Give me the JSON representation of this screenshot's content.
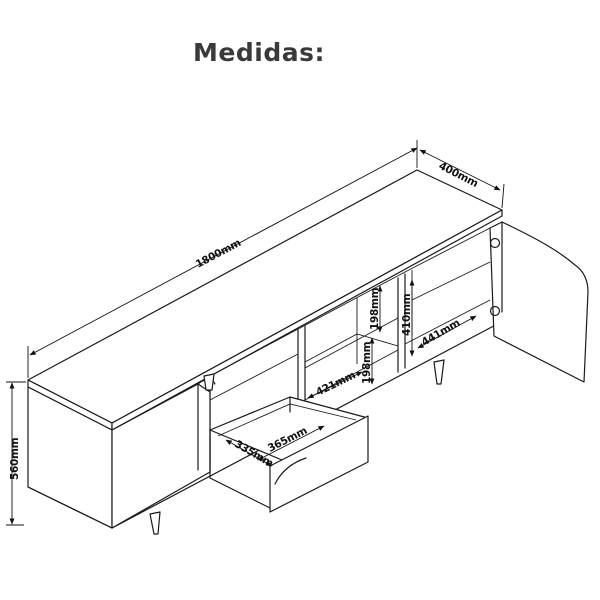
{
  "title": "Medidas:",
  "dimensions": {
    "width": "1800mm",
    "depth": "400mm",
    "height": "560mm",
    "niche_depth": "421mm",
    "shelf_upper": "198mm",
    "shelf_lower": "198mm",
    "door_inner_height": "410mm",
    "door_inner_depth": "441mm",
    "drawer_depth": "335mm",
    "drawer_width": "365mm"
  }
}
